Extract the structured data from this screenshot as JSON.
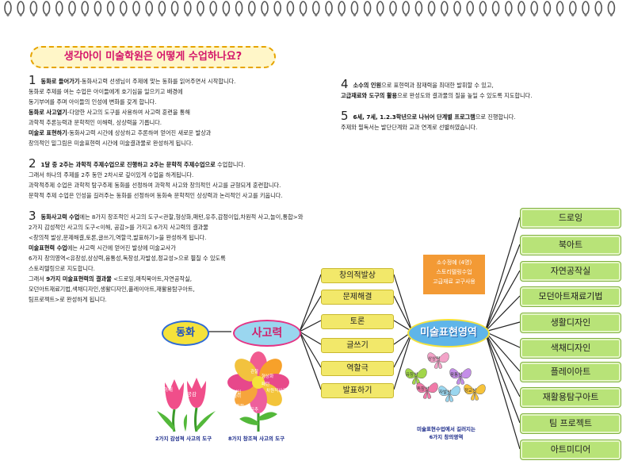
{
  "title": "생각아이 미술학원은 어떻게 수업하나요?",
  "sec1": {
    "num": "1",
    "l1b": "동화로 들어가기",
    "l1": "-동화사고력 선생님이 주제에 맞는 동화를 읽어주면서 시작합니다.",
    "l2": "동화로 주제를 여는 수업은 아이들에게 호기심을 일으키고 배경에",
    "l3": "동기부여를 주며 아이들의 인성에 변화를 갖게 합니다.",
    "l4b": "동화로 사고열기",
    "l4": "-다양한 사고의 도구를 사용하여 사고력 훈련을 통해",
    "l5": "과학적 추론능력과 문학적인 이해력, 상상력을 기릅니다.",
    "l6b": "미술로 표현하기",
    "l6": "-동화사고력 시간에 상상하고 추론하여 얻어진 새로운 발상과",
    "l7": "창의적인 밑그림은 미술표현력 시간에 미술결과물로 완성하게 됩니다."
  },
  "sec2": {
    "num": "2",
    "l1b": "1달 중 2주는 과학적 주제수업으로 진행하고 2주는 문학적 주제수업으로",
    "l1": " 수업합니다.",
    "l2": "그래서 하나의 주제를 2주 동안 2차시로 깊이있게 수업을 하게됩니다.",
    "l3": "과학적주제 수업은 과학적 탐구주제 동화를 선정하여 과학적 사고와 창의적인 사고를 균형되게 훈련합니다.",
    "l4": "문학적 주제 수업은 인성을 길러주는 동화를 선정하여 동화속 문학적인 상상력과 논리적인 사고를 키웁니다."
  },
  "sec3": {
    "num": "3",
    "l1b": "동화사고력 수업",
    "l1": "에는 8가지 창조적인 사고의 도구<관찰,형상화,패턴,유추,감정이입,차원적 사고,놀이,통합>와",
    "l2": "2가지 감성적인 사고의 도구<이해, 공감>를 가지고 6가지 사고력의 결과물",
    "l3": "<창의적 발상,문제해결,토론,글쓰기,역할극,발표하기>을 완성하게 됩니다.",
    "l4b": "미술표현력 수업",
    "l4": "에는 사고력 시간에 얻어진 발상에 미술교사가",
    "l5": "6가지 창의영역<유창성,상상력,융통성,독창성,자발성,정교성>으로 펼칠 수 있도록",
    "l6": "스토리텔링으로 지도합니다.",
    "l7a": "그래서 ",
    "l7b": "9가지 미술표현력의 결과물",
    "l7": " <드로잉,매직북아트,자연공작실,",
    "l8": "모던아트재료기법,색채디자인,생활디자인,플레이아트,재활용탐구아트,",
    "l9": "팀프로젝트>로 완성하게 됩니다."
  },
  "sec4": {
    "num": "4",
    "l1b": "소수의 인원",
    "l1": "으로 표현력과 잠재력을 최대한 발휘할 수 있고,",
    "l2b": "고급재료와 도구의 활용",
    "l2": "으로 완성도와 결과물의 질을 높일 수 있도록 지도합니다."
  },
  "sec5": {
    "num": "5",
    "l1b": "6세, 7세, 1.2.3학년으로 나뉘어 단계별 프로그램",
    "l1": "으로 진행합니다.",
    "l2": "주제와 필독서는 발단단계와 교과 연계로 선별하였습니다."
  },
  "diagram": {
    "donghwa": "동화",
    "sagoryeok": "사고력",
    "center": "미술표현영역",
    "outcomes": [
      "창의적발상",
      "문제해결",
      "토론",
      "글쓰기",
      "역할극",
      "발표하기"
    ],
    "tulip_labels": [
      "이해",
      "공감"
    ],
    "flower_labels": [
      "관찰",
      "형상화",
      "패턴",
      "차원적사고",
      "유추",
      "통합",
      "놀이",
      "감정이입"
    ],
    "butterfly_labels": [
      "유창성",
      "상상력",
      "융통성",
      "독창성",
      "자발성",
      "정교성"
    ],
    "caption_left": "2가지 감성적 사고의 도구",
    "caption_mid": "8가지 창조적 사고의 도구",
    "caption_right1": "미술표현수업에서 길러지는",
    "caption_right2": "6가지 창의영역",
    "orange": [
      "소수정예 (4명)",
      "스토리텔링수업",
      "고급재료 교구사용"
    ],
    "results": [
      "드로잉",
      "북아트",
      "자연공작실",
      "모던아트재료기법",
      "생활디자인",
      "색채디자인",
      "플레이아트",
      "재활용탐구아트",
      "팀 프로젝트",
      "아트미디어"
    ]
  }
}
